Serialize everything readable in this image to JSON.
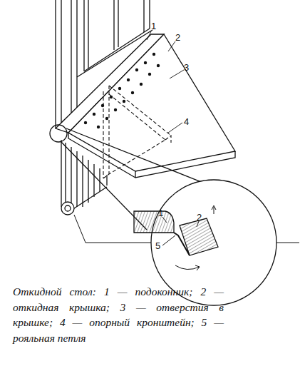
{
  "diagram": {
    "caption": "Откидной стол: 1 — подоконник; 2 — откидная крышка; 3 — отверстия в крышке; 4 — опорный кронштейн; 5 — рояльная петля",
    "labels": [
      "1",
      "2",
      "3",
      "4",
      "1",
      "2",
      "5"
    ]
  }
}
